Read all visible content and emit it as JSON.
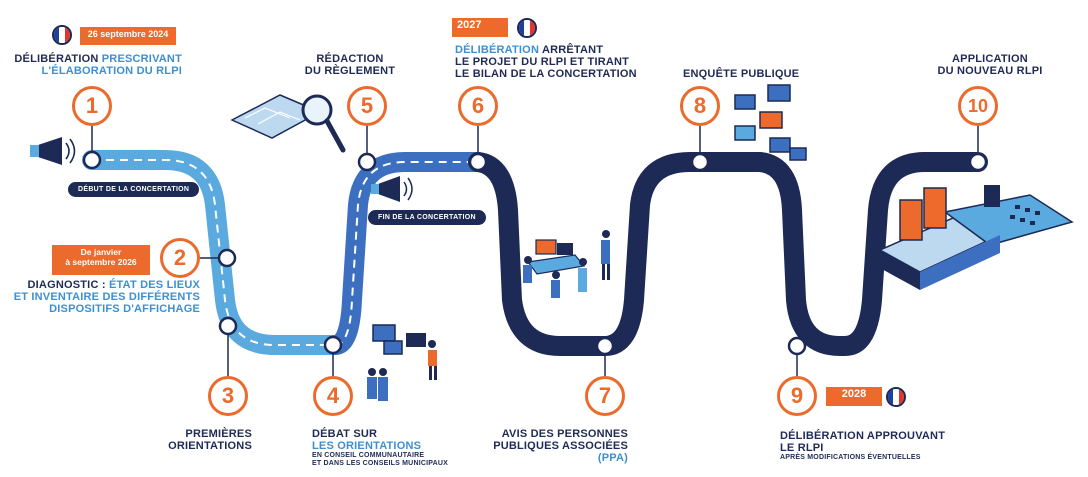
{
  "steps": [
    {
      "number": "1",
      "title": "DÉLIBÉRATION",
      "accent": "PRESCRIVANT L'ÉLABORATION DU RLPi",
      "date": "26 septembre 2024"
    },
    {
      "number": "2",
      "title": "DIAGNOSTIC :",
      "accent": "ÉTAT DES LIEUX ET INVENTAIRE DES DIFFÉRENTS DISPOSITIFS D'AFFICHAGE",
      "date_line1": "De janvier",
      "date_line2": "à septembre 2026"
    },
    {
      "number": "3",
      "line1": "PREMIÈRES",
      "line2": "ORIENTATIONS"
    },
    {
      "number": "4",
      "line1": "DÉBAT SUR",
      "accent": "LES ORIENTATIONS",
      "sub1": "EN CONSEIL COMMUNAUTAIRE",
      "sub2": "ET DANS LES CONSEILS MUNICIPAUX"
    },
    {
      "number": "5",
      "line1": "RÉDACTION",
      "line2": "DU RÈGLEMENT"
    },
    {
      "number": "6",
      "title": "DÉLIBÉRATION",
      "accent": "ARRÊTANT",
      "line2": "LE PROJET DU RLPi ET TIRANT",
      "line3": "LE BILAN DE LA CONCERTATION",
      "date": "2027"
    },
    {
      "number": "7",
      "line1": "AVIS DES PERSONNES",
      "line2": "PUBLIQUES ASSOCIÉES",
      "accent": "(PPA)"
    },
    {
      "number": "8",
      "line1": "ENQUÊTE PUBLIQUE"
    },
    {
      "number": "9",
      "line1": "DÉLIBÉRATION APPROUVANT",
      "line2": "LE RLPi",
      "sub1": "APRÈS MODIFICATIONS ÉVENTUELLES",
      "date": "2028"
    },
    {
      "number": "10",
      "line1": "APPLICATION",
      "line2": "DU NOUVEAU RLPi"
    }
  ],
  "milestones": {
    "start": "DÉBUT DE LA CONCERTATION",
    "end": "FIN DE LA CONCERTATION"
  },
  "colors": {
    "light_blue": "#5aa9df",
    "mid_blue": "#3d6fc0",
    "dark_blue": "#1c2a55",
    "orange": "#ec6a2c",
    "text": "#1f2a55"
  },
  "icons": [
    "french-flag-icon",
    "megaphone-icon",
    "magnifier-map-icon",
    "speech-bubbles-icon",
    "city-map-icon",
    "people-icon"
  ]
}
